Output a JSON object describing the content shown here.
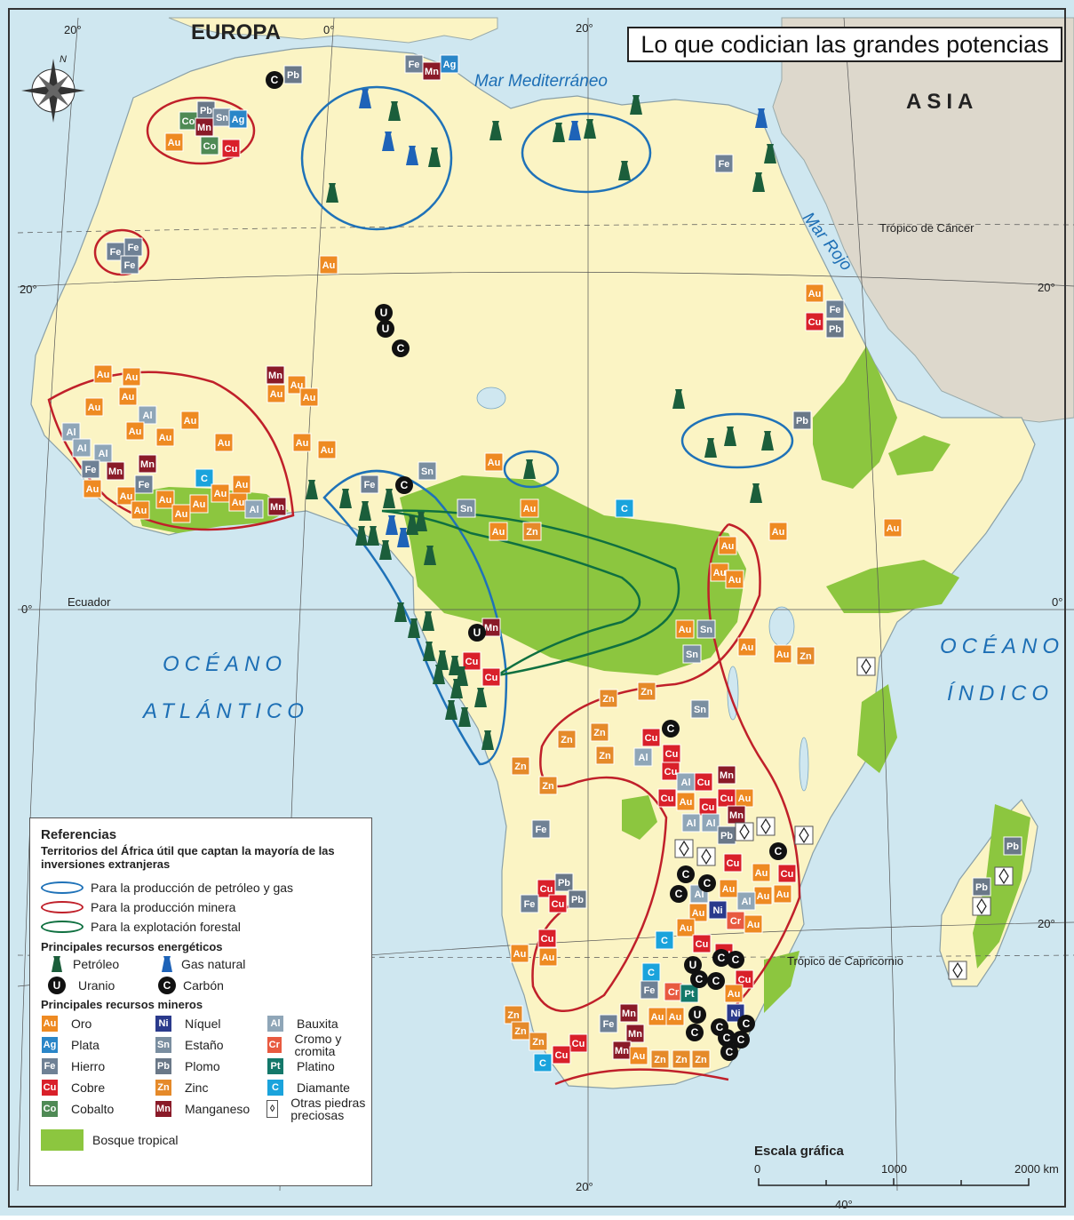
{
  "title": "Lo que codician las grandes potencias",
  "map_labels": {
    "europe": "EUROPA",
    "asia": "ASIA",
    "mediterranean": "Mar Mediterráneo",
    "red_sea": "Mar Rojo",
    "atlantic_1": "OCÉANO",
    "atlantic_2": "ATLÁNTICO",
    "indian_1": "OCÉANO",
    "indian_2": "ÍNDICO",
    "cancer": "Trópico de Cáncer",
    "capricorn": "Trópico de Capricornio",
    "equator": "Ecuador"
  },
  "graticule_labels": {
    "lon_w20": "20°",
    "lon_0": "0°",
    "lon_e20_top": "20°",
    "lon_e20_bottom": "20°",
    "lon_e40": "40°",
    "lat_n20_left": "20°",
    "lat_n20_right": "20°",
    "lat_0_left": "0°",
    "lat_0_right": "0°",
    "lat_s20": "20°"
  },
  "scale": {
    "title": "Escala gráfica",
    "t0": "0",
    "t1": "1000",
    "t2": "2000 km"
  },
  "legend": {
    "title": "Referencias",
    "zones_title": "Territorios del África útil que captan la mayoría de las inversiones extranjeras",
    "zones": [
      {
        "label": "Para la producción de petróleo y gas",
        "color": "#1f72b8"
      },
      {
        "label": "Para la producción minera",
        "color": "#c0202a"
      },
      {
        "label": "Para la explotación forestal",
        "color": "#0f7040"
      }
    ],
    "energy_title": "Principales recursos energéticos",
    "energy": {
      "oil": "Petróleo",
      "gas": "Gas natural",
      "uranium": "Uranio",
      "coal": "Carbón",
      "u_glyph": "U",
      "c_glyph": "C"
    },
    "minerals_title": "Principales recursos mineros",
    "minerals": [
      {
        "code": "Au",
        "label": "Oro"
      },
      {
        "code": "Ni",
        "label": "Níquel"
      },
      {
        "code": "Al",
        "label": "Bauxita"
      },
      {
        "code": "Ag",
        "label": "Plata"
      },
      {
        "code": "Sn",
        "label": "Estaño"
      },
      {
        "code": "Cr",
        "label": "Cromo y cromita"
      },
      {
        "code": "Fe",
        "label": "Hierro"
      },
      {
        "code": "Pb",
        "label": "Plomo"
      },
      {
        "code": "Pt",
        "label": "Platino"
      },
      {
        "code": "Cu",
        "label": "Cobre"
      },
      {
        "code": "Zn",
        "label": "Zinc"
      },
      {
        "code": "C",
        "label": "Diamante"
      },
      {
        "code": "Co",
        "label": "Cobalto"
      },
      {
        "code": "Mn",
        "label": "Manganeso"
      },
      {
        "code": "◊",
        "label": "Otras piedras preciosas"
      }
    ],
    "forest": "Bosque tropical"
  },
  "colors": {
    "ocean": "#cfe7f0",
    "land": "#fbf4c4",
    "asia_land": "#ddd8cc",
    "forest": "#8cc63f",
    "Au": "#ee8a22",
    "Ag": "#2a86c8",
    "Fe": "#6f8195",
    "Cu": "#d9202a",
    "Co": "#4f8a55",
    "Ni": "#2a3a8c",
    "Sn": "#7a8ea0",
    "Pb": "#6a7888",
    "Zn": "#e58a2a",
    "Mn": "#8a1a28",
    "Al": "#8fa6b8",
    "Cr": "#e85a40",
    "Pt": "#13786a",
    "C": "#1aa3dc",
    "oil": "#1b5e3b",
    "gas": "#1e63b8"
  },
  "map_symbols": {
    "minerals": [
      [
        "Pb",
        330,
        84
      ],
      [
        "Fe",
        466,
        72
      ],
      [
        "Mn",
        486,
        80
      ],
      [
        "Ag",
        506,
        72
      ],
      [
        "Co",
        212,
        136
      ],
      [
        "Pb",
        232,
        124
      ],
      [
        "Sn",
        250,
        132
      ],
      [
        "Ag",
        268,
        134
      ],
      [
        "Mn",
        230,
        143
      ],
      [
        "Au",
        196,
        160
      ],
      [
        "Co",
        236,
        164
      ],
      [
        "Cu",
        260,
        167
      ],
      [
        "Fe",
        150,
        278
      ],
      [
        "Fe",
        130,
        283
      ],
      [
        "Fe",
        146,
        298
      ],
      [
        "Au",
        370,
        298
      ],
      [
        "Fe",
        815,
        184
      ],
      [
        "Au",
        917,
        330
      ],
      [
        "Fe",
        940,
        348
      ],
      [
        "Cu",
        917,
        362
      ],
      [
        "Pb",
        940,
        370
      ],
      [
        "Pb",
        903,
        473
      ],
      [
        "Mn",
        310,
        422
      ],
      [
        "Au",
        148,
        424
      ],
      [
        "Au",
        116,
        421
      ],
      [
        "Au",
        311,
        443
      ],
      [
        "Au",
        334,
        433
      ],
      [
        "Au",
        348,
        447
      ],
      [
        "Au",
        144,
        446
      ],
      [
        "Au",
        106,
        458
      ],
      [
        "Al",
        166,
        467
      ],
      [
        "Al",
        80,
        486
      ],
      [
        "Au",
        214,
        473
      ],
      [
        "Au",
        152,
        485
      ],
      [
        "Au",
        186,
        492
      ],
      [
        "Au",
        252,
        498
      ],
      [
        "Au",
        340,
        498
      ],
      [
        "Au",
        368,
        506
      ],
      [
        "Al",
        92,
        504
      ],
      [
        "Al",
        116,
        510
      ],
      [
        "Fe",
        102,
        528
      ],
      [
        "Mn",
        130,
        530
      ],
      [
        "Mn",
        166,
        522
      ],
      [
        "C",
        230,
        538
      ],
      [
        "Fe",
        162,
        545
      ],
      [
        "Au",
        104,
        550
      ],
      [
        "Au",
        272,
        545
      ],
      [
        "Au",
        142,
        558
      ],
      [
        "Au",
        186,
        562
      ],
      [
        "Au",
        248,
        555
      ],
      [
        "Au",
        224,
        567
      ],
      [
        "Au",
        268,
        565
      ],
      [
        "Au",
        158,
        574
      ],
      [
        "Au",
        204,
        578
      ],
      [
        "Al",
        286,
        573
      ],
      [
        "Mn",
        312,
        570
      ],
      [
        "Sn",
        481,
        530
      ],
      [
        "Fe",
        416,
        545
      ],
      [
        "Au",
        556,
        520
      ],
      [
        "Sn",
        525,
        572
      ],
      [
        "Au",
        596,
        572
      ],
      [
        "Au",
        561,
        598
      ],
      [
        "Zn",
        599,
        598
      ],
      [
        "C",
        703,
        572
      ],
      [
        "Au",
        876,
        598
      ],
      [
        "Au",
        1005,
        594
      ],
      [
        "Au",
        819,
        614
      ],
      [
        "Au",
        810,
        644
      ],
      [
        "Au",
        827,
        652
      ],
      [
        "Au",
        771,
        708
      ],
      [
        "Sn",
        795,
        708
      ],
      [
        "Sn",
        779,
        736
      ],
      [
        "Au",
        841,
        728
      ],
      [
        "Au",
        881,
        736
      ],
      [
        "Zn",
        907,
        738
      ],
      [
        "Mn",
        553,
        706
      ],
      [
        "Cu",
        531,
        744
      ],
      [
        "Cu",
        553,
        762
      ],
      [
        "Zn",
        728,
        778
      ],
      [
        "Zn",
        685,
        786
      ],
      [
        "Sn",
        788,
        798
      ],
      [
        "Zn",
        675,
        824
      ],
      [
        "Zn",
        638,
        832
      ],
      [
        "Zn",
        681,
        850
      ],
      [
        "Cu",
        733,
        830
      ],
      [
        "Cu",
        756,
        848
      ],
      [
        "Al",
        724,
        852
      ],
      [
        "Cu",
        755,
        868
      ],
      [
        "Zn",
        586,
        862
      ],
      [
        "Zn",
        617,
        884
      ],
      [
        "Mn",
        818,
        872
      ],
      [
        "Al",
        772,
        880
      ],
      [
        "Cu",
        792,
        880
      ],
      [
        "Cu",
        751,
        898
      ],
      [
        "Au",
        772,
        902
      ],
      [
        "Cu",
        818,
        898
      ],
      [
        "Au",
        838,
        898
      ],
      [
        "Cu",
        797,
        908
      ],
      [
        "Mn",
        829,
        917
      ],
      [
        "Al",
        778,
        926
      ],
      [
        "Al",
        800,
        926
      ],
      [
        "Pb",
        818,
        940
      ],
      [
        "Fe",
        609,
        933
      ],
      [
        "Cu",
        825,
        971
      ],
      [
        "Au",
        857,
        982
      ],
      [
        "Cu",
        886,
        983
      ],
      [
        "Pb",
        635,
        993
      ],
      [
        "Cu",
        615,
        1000
      ],
      [
        "Al",
        787,
        1006
      ],
      [
        "Au",
        820,
        1000
      ],
      [
        "Au",
        859,
        1008
      ],
      [
        "Au",
        881,
        1006
      ],
      [
        "Al",
        840,
        1014
      ],
      [
        "Fe",
        596,
        1017
      ],
      [
        "Cu",
        628,
        1017
      ],
      [
        "Pb",
        650,
        1012
      ],
      [
        "Au",
        786,
        1027
      ],
      [
        "Ni",
        808,
        1024
      ],
      [
        "Cr",
        828,
        1036
      ],
      [
        "Au",
        848,
        1040
      ],
      [
        "Cu",
        616,
        1056
      ],
      [
        "Au",
        772,
        1044
      ],
      [
        "C",
        748,
        1058
      ],
      [
        "Cu",
        790,
        1062
      ],
      [
        "Au",
        585,
        1073
      ],
      [
        "Au",
        617,
        1077
      ],
      [
        "Cu",
        815,
        1072
      ],
      [
        "C",
        733,
        1094
      ],
      [
        "Cu",
        838,
        1102
      ],
      [
        "Fe",
        731,
        1114
      ],
      [
        "Cr",
        758,
        1116
      ],
      [
        "Pt",
        776,
        1118
      ],
      [
        "Au",
        826,
        1118
      ],
      [
        "Zn",
        578,
        1142
      ],
      [
        "Mn",
        708,
        1140
      ],
      [
        "Au",
        740,
        1144
      ],
      [
        "Au",
        760,
        1144
      ],
      [
        "Ni",
        828,
        1140
      ],
      [
        "Zn",
        586,
        1160
      ],
      [
        "Fe",
        685,
        1152
      ],
      [
        "Mn",
        715,
        1163
      ],
      [
        "Zn",
        606,
        1172
      ],
      [
        "Cu",
        651,
        1174
      ],
      [
        "Cu",
        632,
        1187
      ],
      [
        "Mn",
        700,
        1182
      ],
      [
        "Au",
        719,
        1188
      ],
      [
        "Zn",
        743,
        1192
      ],
      [
        "Zn",
        767,
        1192
      ],
      [
        "Zn",
        789,
        1192
      ],
      [
        "C",
        611,
        1196
      ],
      [
        "Pb",
        1140,
        952
      ],
      [
        "Pb",
        1105,
        998
      ]
    ],
    "oil": [
      [
        444,
        126
      ],
      [
        489,
        178
      ],
      [
        374,
        218
      ],
      [
        558,
        148
      ],
      [
        629,
        150
      ],
      [
        664,
        146
      ],
      [
        703,
        193
      ],
      [
        716,
        119
      ],
      [
        867,
        174
      ],
      [
        854,
        206
      ],
      [
        764,
        450
      ],
      [
        800,
        505
      ],
      [
        822,
        492
      ],
      [
        864,
        497
      ],
      [
        851,
        556
      ],
      [
        596,
        529
      ],
      [
        351,
        552
      ],
      [
        389,
        562
      ],
      [
        411,
        576
      ],
      [
        438,
        562
      ],
      [
        464,
        592
      ],
      [
        474,
        588
      ],
      [
        484,
        626
      ],
      [
        407,
        604
      ],
      [
        420,
        604
      ],
      [
        434,
        620
      ],
      [
        451,
        690
      ],
      [
        466,
        708
      ],
      [
        482,
        700
      ],
      [
        483,
        734
      ],
      [
        498,
        744
      ],
      [
        494,
        760
      ],
      [
        512,
        750
      ],
      [
        520,
        762
      ],
      [
        514,
        776
      ],
      [
        541,
        786
      ],
      [
        508,
        800
      ],
      [
        523,
        808
      ],
      [
        549,
        834
      ]
    ],
    "gas": [
      [
        411,
        112
      ],
      [
        437,
        160
      ],
      [
        464,
        176
      ],
      [
        647,
        148
      ],
      [
        857,
        134
      ],
      [
        441,
        592
      ],
      [
        454,
        606
      ]
    ],
    "uranium": [
      [
        432,
        352
      ],
      [
        434,
        370
      ],
      [
        537,
        712
      ],
      [
        780,
        1086
      ],
      [
        785,
        1142
      ]
    ],
    "coal": [
      [
        309,
        90
      ],
      [
        451,
        392
      ],
      [
        455,
        546
      ],
      [
        755,
        820
      ],
      [
        772,
        984
      ],
      [
        796,
        994
      ],
      [
        764,
        1006
      ],
      [
        876,
        958
      ],
      [
        812,
        1078
      ],
      [
        828,
        1080
      ],
      [
        787,
        1102
      ],
      [
        806,
        1104
      ],
      [
        782,
        1162
      ],
      [
        810,
        1156
      ],
      [
        840,
        1152
      ],
      [
        818,
        1168
      ],
      [
        834,
        1170
      ],
      [
        821,
        1184
      ]
    ],
    "gems": [
      [
        975,
        750
      ],
      [
        862,
        930
      ],
      [
        905,
        940
      ],
      [
        838,
        936
      ],
      [
        770,
        955
      ],
      [
        795,
        964
      ],
      [
        1130,
        986
      ],
      [
        1105,
        1020
      ],
      [
        1078,
        1092
      ]
    ]
  }
}
